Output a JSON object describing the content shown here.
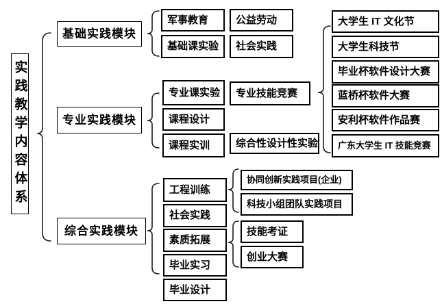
{
  "root": "实践教学内容体系",
  "basic": {
    "module": "基础实践模块",
    "col1": [
      "军事教育",
      "基础课实验"
    ],
    "col2": [
      "公益劳动",
      "社会实践"
    ]
  },
  "professional": {
    "module": "专业实践模块",
    "col1": [
      "专业课实验",
      "课程设计",
      "课程实训"
    ],
    "competition": "专业技能竞赛",
    "comprehensive_exp": "综合性设计性实验",
    "competitions": [
      "大学生 IT 文化节",
      "大学生科技节",
      "毕业杯软件设计大赛",
      "蓝桥杯软件大赛",
      "安利杯软件作品赛",
      "广东大学生 IT 技能竞赛"
    ]
  },
  "comprehensive": {
    "module": "综合实践模块",
    "col1": [
      "工程训练",
      "社会实践",
      "素质拓展",
      "毕业实习",
      "毕业设计"
    ],
    "engineering": [
      "协同创新实践项目(企业)",
      "科技小组团队实践项目"
    ],
    "quality": [
      "技能考证",
      "创业大赛"
    ]
  },
  "colors": {
    "line": "#1c1c1c",
    "border": "#000000",
    "background": "#ffffff",
    "text": "#000000"
  }
}
